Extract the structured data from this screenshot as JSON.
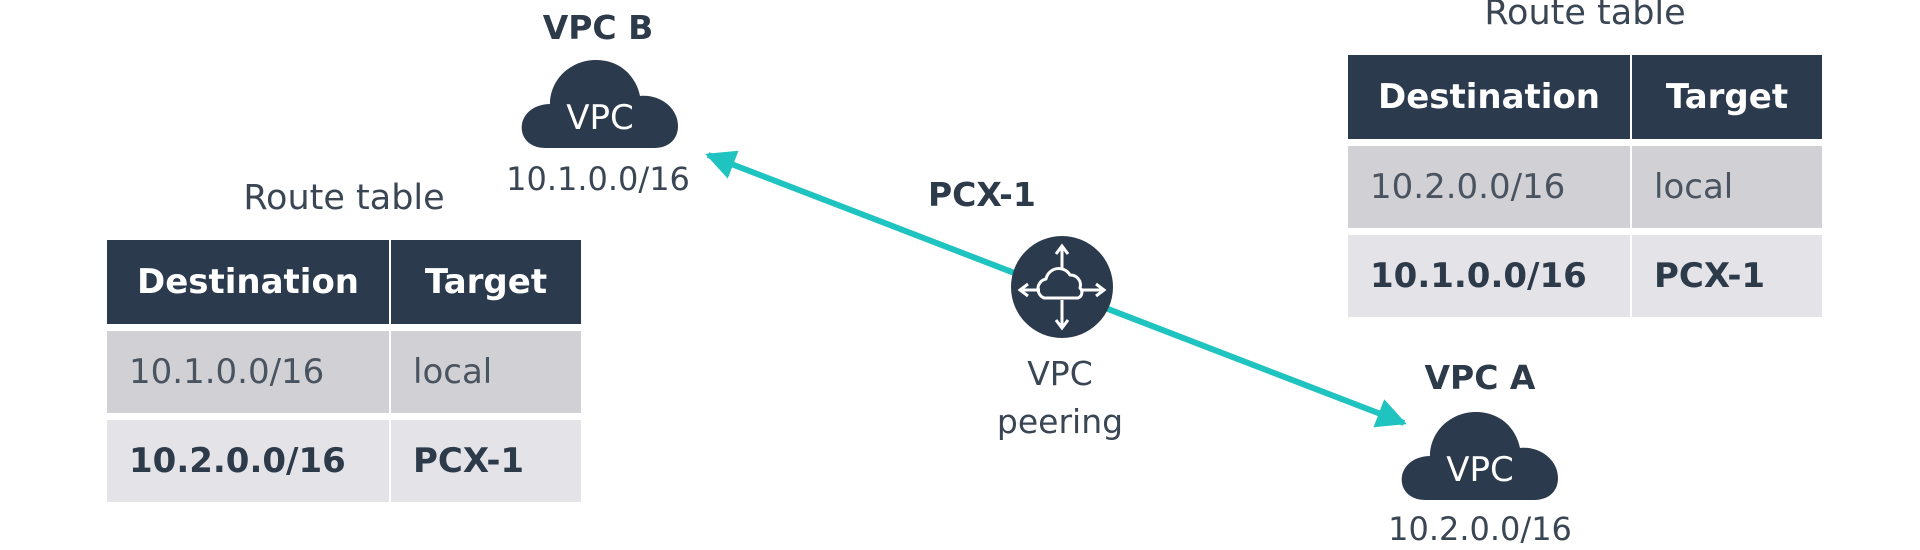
{
  "vpc_b": {
    "title": "VPC B",
    "cloud_label": "VPC",
    "cidr": "10.1.0.0/16"
  },
  "vpc_a": {
    "title": "VPC A",
    "cloud_label": "VPC",
    "cidr": "10.2.0.0/16"
  },
  "peering": {
    "title": "PCX-1",
    "line1": "VPC",
    "line2": "peering",
    "icon": "peering-router-icon"
  },
  "route_table_b": {
    "caption": "Route table",
    "headers": [
      "Destination",
      "Target"
    ],
    "rows": [
      [
        "10.1.0.0/16",
        "local"
      ],
      [
        "10.2.0.0/16",
        "PCX-1"
      ]
    ]
  },
  "route_table_a": {
    "caption": "Route table",
    "headers": [
      "Destination",
      "Target"
    ],
    "rows": [
      [
        "10.2.0.0/16",
        "local"
      ],
      [
        "10.1.0.0/16",
        "PCX-1"
      ]
    ]
  },
  "colors": {
    "arrow": "#1fc3c0",
    "dark": "#2b3a4c",
    "row_light": "#d1d1d5",
    "row_lighter": "#e4e4e8"
  }
}
